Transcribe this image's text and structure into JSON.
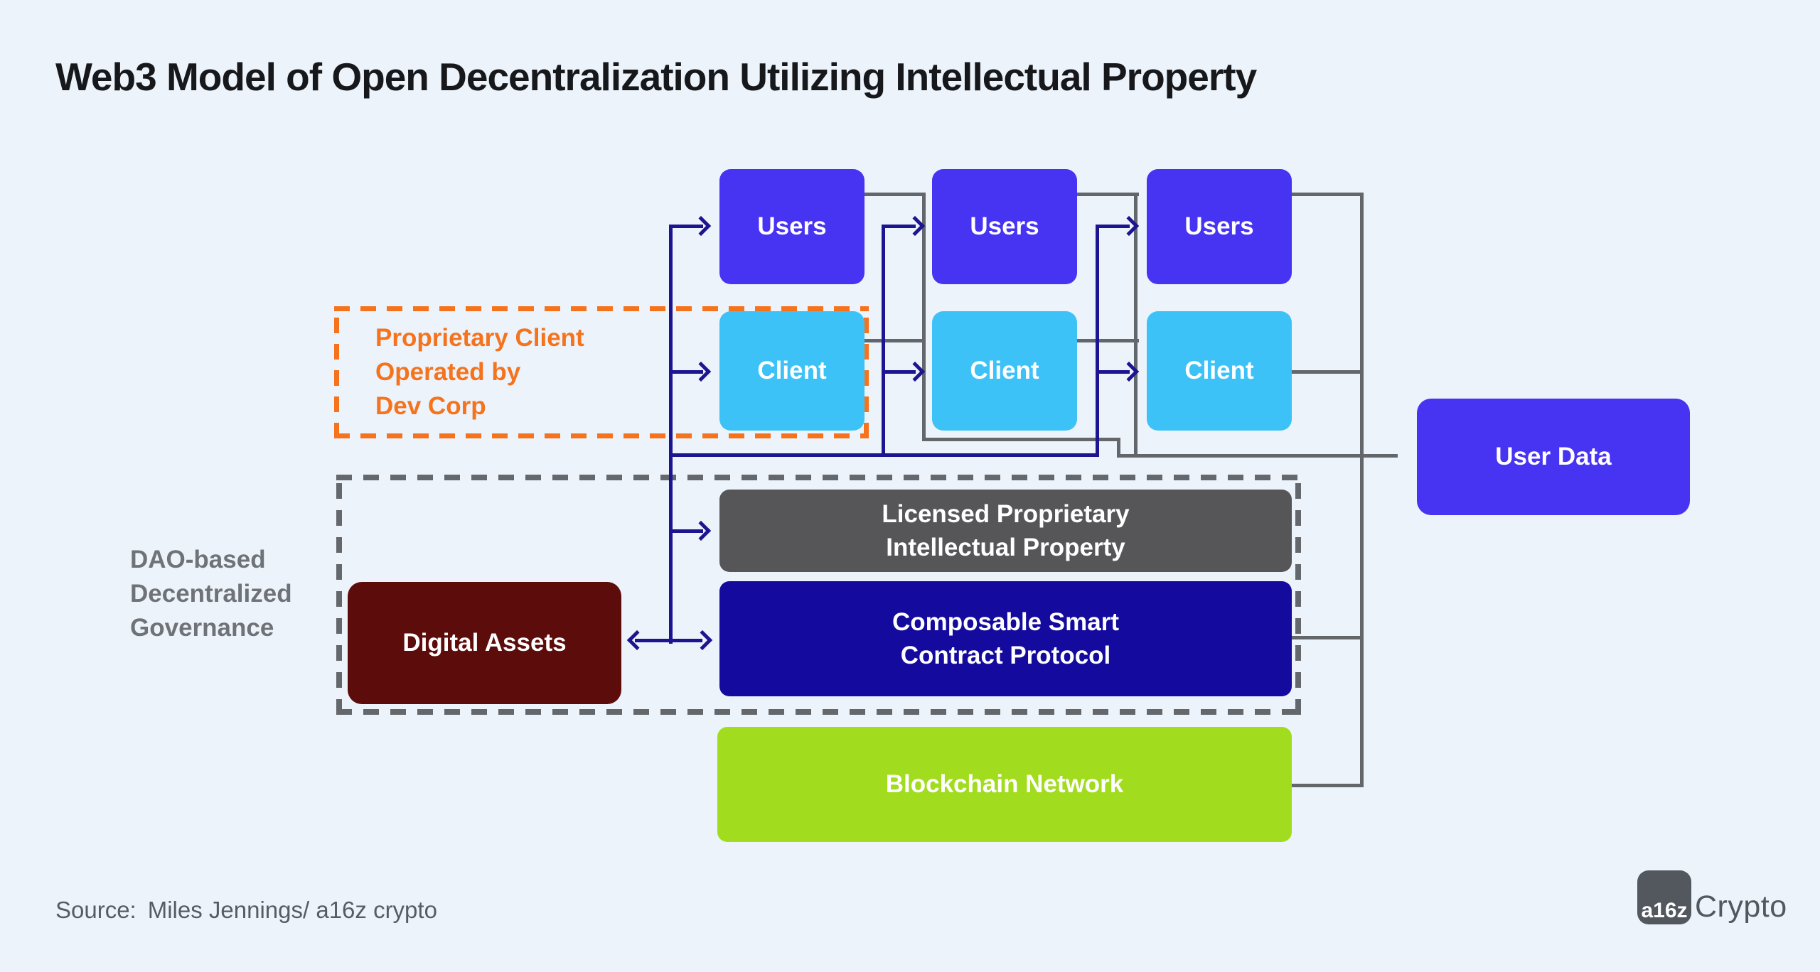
{
  "title": "Web3 Model of Open Decentralization Utilizing Intellectual Property",
  "boxes": {
    "users": [
      "Users",
      "Users",
      "Users"
    ],
    "clients": [
      "Client",
      "Client",
      "Client"
    ],
    "digital_assets": "Digital Assets",
    "licensed_ip": [
      "Licensed Proprietary",
      "Intellectual Property"
    ],
    "protocol": [
      "Composable Smart",
      "Contract Protocol"
    ],
    "blockchain": "Blockchain Network",
    "user_data": "User Data"
  },
  "notes": {
    "proprietary": [
      "Proprietary Client",
      "Operated by",
      "Dev Corp"
    ],
    "dao": [
      "DAO-based",
      "Decentralized",
      "Governance"
    ]
  },
  "footer": {
    "source_label": "Source:",
    "source_text": "Miles Jennings/ a16z crypto"
  },
  "logo": {
    "mark": "a16z",
    "wordmark": "Crypto"
  },
  "colors": {
    "background": "#ECF3FA",
    "purple_box": "#4733F2",
    "sky_blue_box": "#3DC2F8",
    "orange_accent": "#F5731D",
    "maroon_box": "#5C0C0A",
    "slate_gray_box": "#565659",
    "navy_box": "#140A9D",
    "green_box": "#A1DC1F",
    "navy_line": "#1C1490",
    "gray_line": "#63666B",
    "gray_text": "#6F7377"
  }
}
